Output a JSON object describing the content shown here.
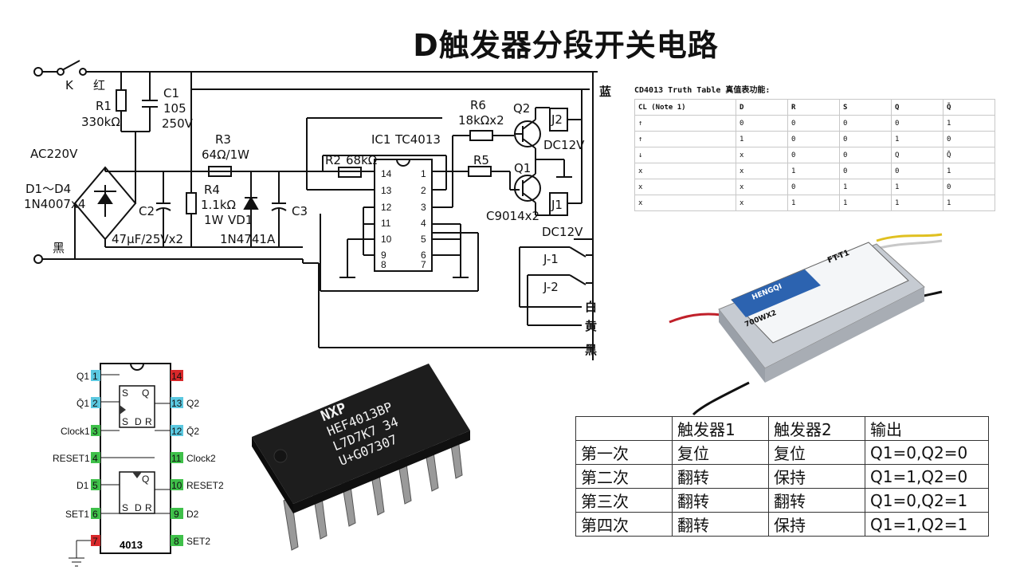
{
  "title": "D触发器分段开关电路",
  "schematic": {
    "switch_k": "K",
    "wire_red": "红",
    "wire_blue": "蓝",
    "wire_black": "黑",
    "wire_white": "白",
    "wire_yellow": "黄",
    "wire_black2": "黑",
    "r1_name": "R1",
    "r1_value": "330kΩ",
    "c1_name": "C1",
    "c1_value1": "105",
    "c1_value2": "250V",
    "ac": "AC220V",
    "d_name": "D1～D4",
    "d_part": "1N4007x4",
    "r3_name": "R3",
    "r3_value": "64Ω/1W",
    "r4_name": "R4",
    "r4_value1": "1.1kΩ",
    "r4_value2": "1W",
    "vd1": "VD1",
    "zener": "1N4741A",
    "c2": "C2",
    "c2_value": "47μF/25Vx2",
    "c3": "C3",
    "r2": "R2",
    "r2_value": "68kΩ",
    "ic1": "IC1",
    "ic1_part": "TC4013",
    "r6": "R6",
    "r6_value": "18kΩx2",
    "r5": "R5",
    "q1": "Q1",
    "q2": "Q2",
    "j1": "J1",
    "j2": "J2",
    "dc1": "DC12V",
    "dc2": "DC12V",
    "transistor": "C9014x2",
    "relay1": "J-1",
    "relay2": "J-2",
    "pins_left": [
      "14",
      "13",
      "12",
      "11",
      "10",
      "9",
      "8"
    ],
    "pins_right": [
      "1",
      "2",
      "3",
      "4",
      "5",
      "6",
      "7"
    ]
  },
  "truth_table": {
    "caption": "CD4013 Truth Table 真值表功能:",
    "headers": [
      "CL (Note 1)",
      "D",
      "R",
      "S",
      "Q",
      "Q̄"
    ],
    "rows": [
      [
        "↑",
        "0",
        "0",
        "0",
        "0",
        "1"
      ],
      [
        "↑",
        "1",
        "0",
        "0",
        "1",
        "0"
      ],
      [
        "↓",
        "x",
        "0",
        "0",
        "Q",
        "Q̄"
      ],
      [
        "x",
        "x",
        "1",
        "0",
        "0",
        "1"
      ],
      [
        "x",
        "x",
        "0",
        "1",
        "1",
        "0"
      ],
      [
        "x",
        "x",
        "1",
        "1",
        "1",
        "1"
      ]
    ]
  },
  "pinout": {
    "left_labels": [
      "Q1",
      "Q̄1",
      "Clock1",
      "RESET1",
      "D1",
      "SET1",
      ""
    ],
    "left_pins": [
      "1",
      "2",
      "3",
      "4",
      "5",
      "6",
      "7"
    ],
    "right_labels": [
      "",
      "Q2",
      "Q̄2",
      "Clock2",
      "RESET2",
      "D2",
      "SET2"
    ],
    "right_pins": [
      "14",
      "13",
      "12",
      "11",
      "10",
      "9",
      "8"
    ],
    "chip": "4013",
    "ff_labels": [
      "S",
      "D",
      "R",
      "Q",
      "Q"
    ]
  },
  "chip_photo": {
    "line1": "HEF4013BP",
    "line2": "L7D7K7  34",
    "line3": "U+G07307",
    "brand": "NXP"
  },
  "module": {
    "model": "FT-T1",
    "brand": "HENGQI",
    "power": "700WX2"
  },
  "sequence_table": {
    "headers": [
      "",
      "触发器1",
      "触发器2",
      "输出"
    ],
    "rows": [
      [
        "第一次",
        "复位",
        "复位",
        "Q1=0,Q2=0"
      ],
      [
        "第二次",
        "翻转",
        "保持",
        "Q1=1,Q2=0"
      ],
      [
        "第三次",
        "翻转",
        "翻转",
        "Q1=0,Q2=1"
      ],
      [
        "第四次",
        "翻转",
        "保持",
        "Q1=1,Q2=1"
      ]
    ]
  },
  "colors": {
    "pin_cyan": "#5bc8e0",
    "pin_green": "#3fc04a",
    "pin_red": "#d8282a"
  }
}
